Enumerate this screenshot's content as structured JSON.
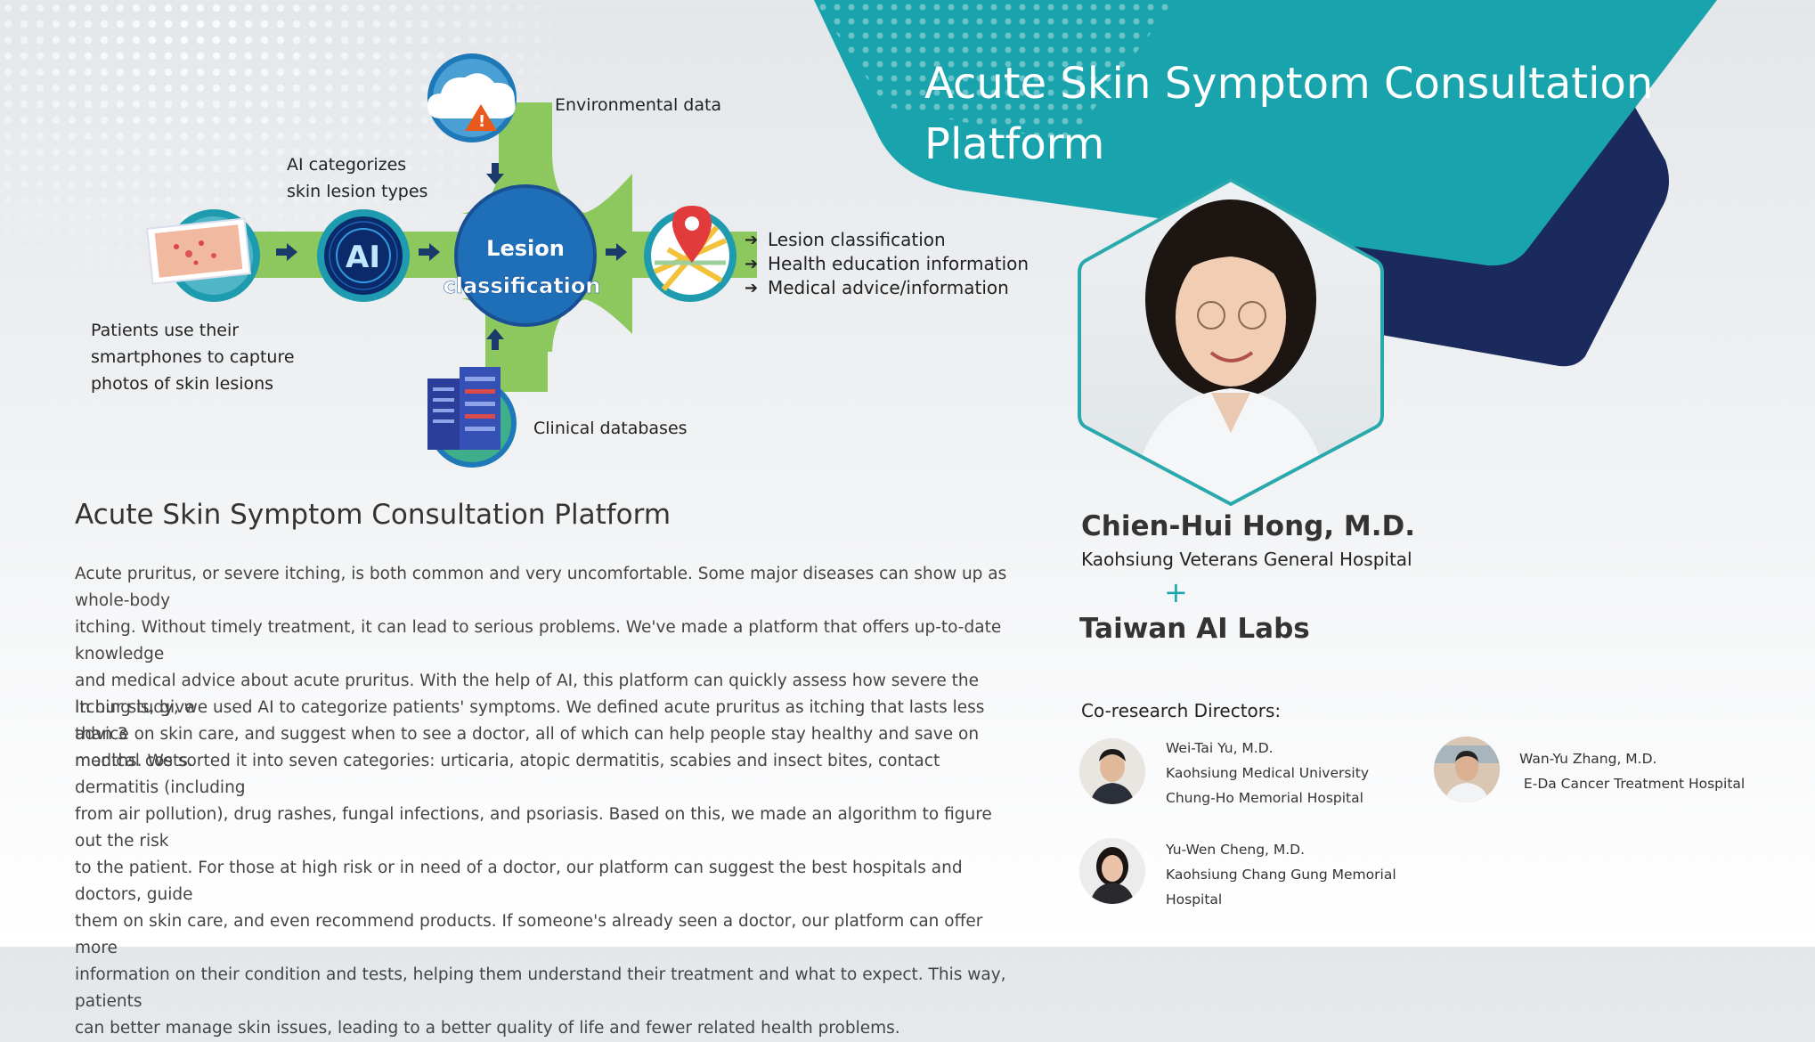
{
  "banner": {
    "title_line1": "Acute Skin Symptom Consultation",
    "title_line2": "Platform",
    "colors": {
      "teal": "#18a3ad",
      "navy": "#1b2a5c"
    }
  },
  "diagram": {
    "center_line1": "Lesion",
    "center_line2": "classification",
    "ai_badge": "AI",
    "environmental": "Environmental data",
    "ai_categorizes_line1": "AI categorizes",
    "ai_categorizes_line2": "skin lesion types",
    "patients_line1": "Patients use their",
    "patients_line2": "smartphones to capture",
    "patients_line3": "photos of skin lesions",
    "clinical": "Clinical databases",
    "outcomes": [
      "Lesion classification",
      "Health education information",
      "Medical advice/information"
    ],
    "colors": {
      "green": "#8cc85e",
      "blue": "#1f6fb8",
      "dark_arrow": "#1b3a6b"
    }
  },
  "main": {
    "title": "Acute Skin Symptom Consultation Platform",
    "p1_lines": [
      "Acute pruritus, or severe itching, is both common and very uncomfortable. Some major diseases can show up as whole-body",
      "itching. Without timely treatment, it can lead to serious problems. We've made a platform that offers up-to-date knowledge",
      "and medical advice about acute pruritus. With the help of AI, this platform can quickly assess how severe the itching is, give",
      "advice on skin care, and suggest when to see a doctor, all of which can help people stay healthy and save on medical costs."
    ],
    "p2_lines": [
      "In our study, we used AI to categorize patients' symptoms. We defined acute pruritus as itching that lasts less than 3",
      "months. We sorted it into seven categories: urticaria, atopic dermatitis, scabies and insect bites, contact dermatitis (including",
      "from air pollution), drug rashes, fungal infections, and psoriasis. Based on this, we made an algorithm to figure out the risk",
      "to the patient. For those at high risk or in need of a doctor, our platform can suggest the best hospitals and doctors, guide",
      "them on skin care, and even recommend products. If someone's already seen a doctor, our platform can offer more",
      "information on their condition and tests, helping them understand their treatment and what to expect. This way, patients",
      "can better manage skin issues, leading to a better quality of life and fewer related health problems."
    ]
  },
  "lead": {
    "name": "Chien-Hui Hong, M.D.",
    "hospital": "Kaohsiung Veterans General Hospital",
    "plus": "+",
    "labs": "Taiwan AI Labs"
  },
  "co": {
    "title": "Co-research Directors:",
    "directors": [
      {
        "lines": [
          "Wei-Tai Yu, M.D.",
          "Kaohsiung Medical University",
          "Chung-Ho Memorial Hospital"
        ]
      },
      {
        "lines": [
          "Wan-Yu Zhang, M.D.",
          " E-Da Cancer Treatment Hospital"
        ]
      },
      {
        "lines": [
          "Yu-Wen Cheng, M.D.",
          "Kaohsiung Chang Gung Memorial",
          "Hospital"
        ]
      }
    ]
  }
}
